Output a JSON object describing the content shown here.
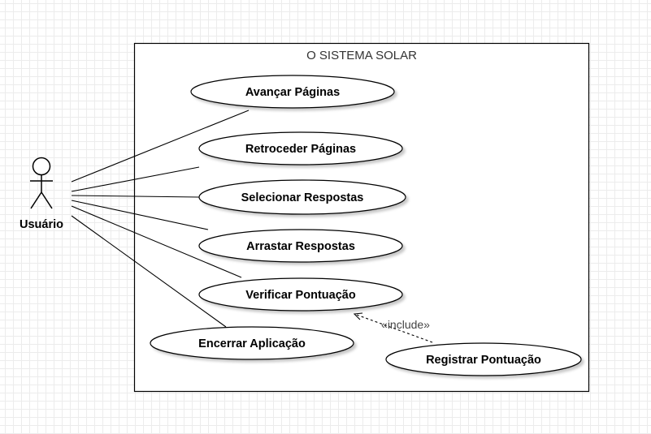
{
  "system": {
    "title": "O SISTEMA SOLAR"
  },
  "actor": {
    "name": "Usuário",
    "icon": "stick-figure-icon"
  },
  "use_cases": {
    "avancar": "Avançar Páginas",
    "retroceder": "Retroceder Páginas",
    "selecionar": "Selecionar Respostas",
    "arrastar": "Arrastar Respostas",
    "verificar": "Verificar Pontuação",
    "encerrar": "Encerrar Aplicação",
    "registrar": "Registrar Pontuação"
  },
  "relations": {
    "include_label": "«include»"
  }
}
